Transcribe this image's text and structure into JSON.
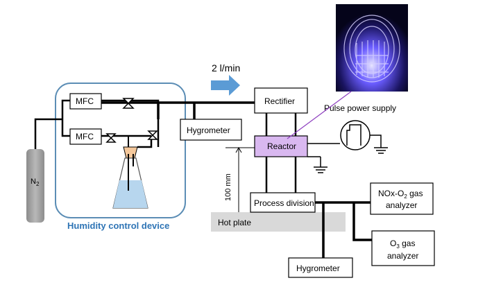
{
  "humidity_device": {
    "label": "Humidity control device",
    "mfc1": "MFC",
    "mfc2": "MFC"
  },
  "gas": {
    "main": "N",
    "sub": "2"
  },
  "flow": {
    "label": "2 l/min"
  },
  "rectifier": "Rectifier",
  "hygrometer_top": "Hygrometer",
  "reactor": "Reactor",
  "pulse_power_supply": "Pulse power supply",
  "distance": "100 mm",
  "process_division": "Process division",
  "hot_plate": "Hot plate",
  "nox_analyzer": {
    "line1_a": "NOx-O",
    "line1_sub": "2",
    "line1_b": " gas",
    "line2": "analyzer"
  },
  "o3_analyzer": {
    "line1_a": "O",
    "line1_sub": "3",
    "line1_b": " gas",
    "line2": "analyzer"
  },
  "hygrometer_bottom": "Hygrometer",
  "colors": {
    "reactor_fill": "#d9b8f0",
    "plasma": "#5a4cff",
    "humidity_border": "#5b8db5",
    "arrow": "#5b9bd5"
  }
}
